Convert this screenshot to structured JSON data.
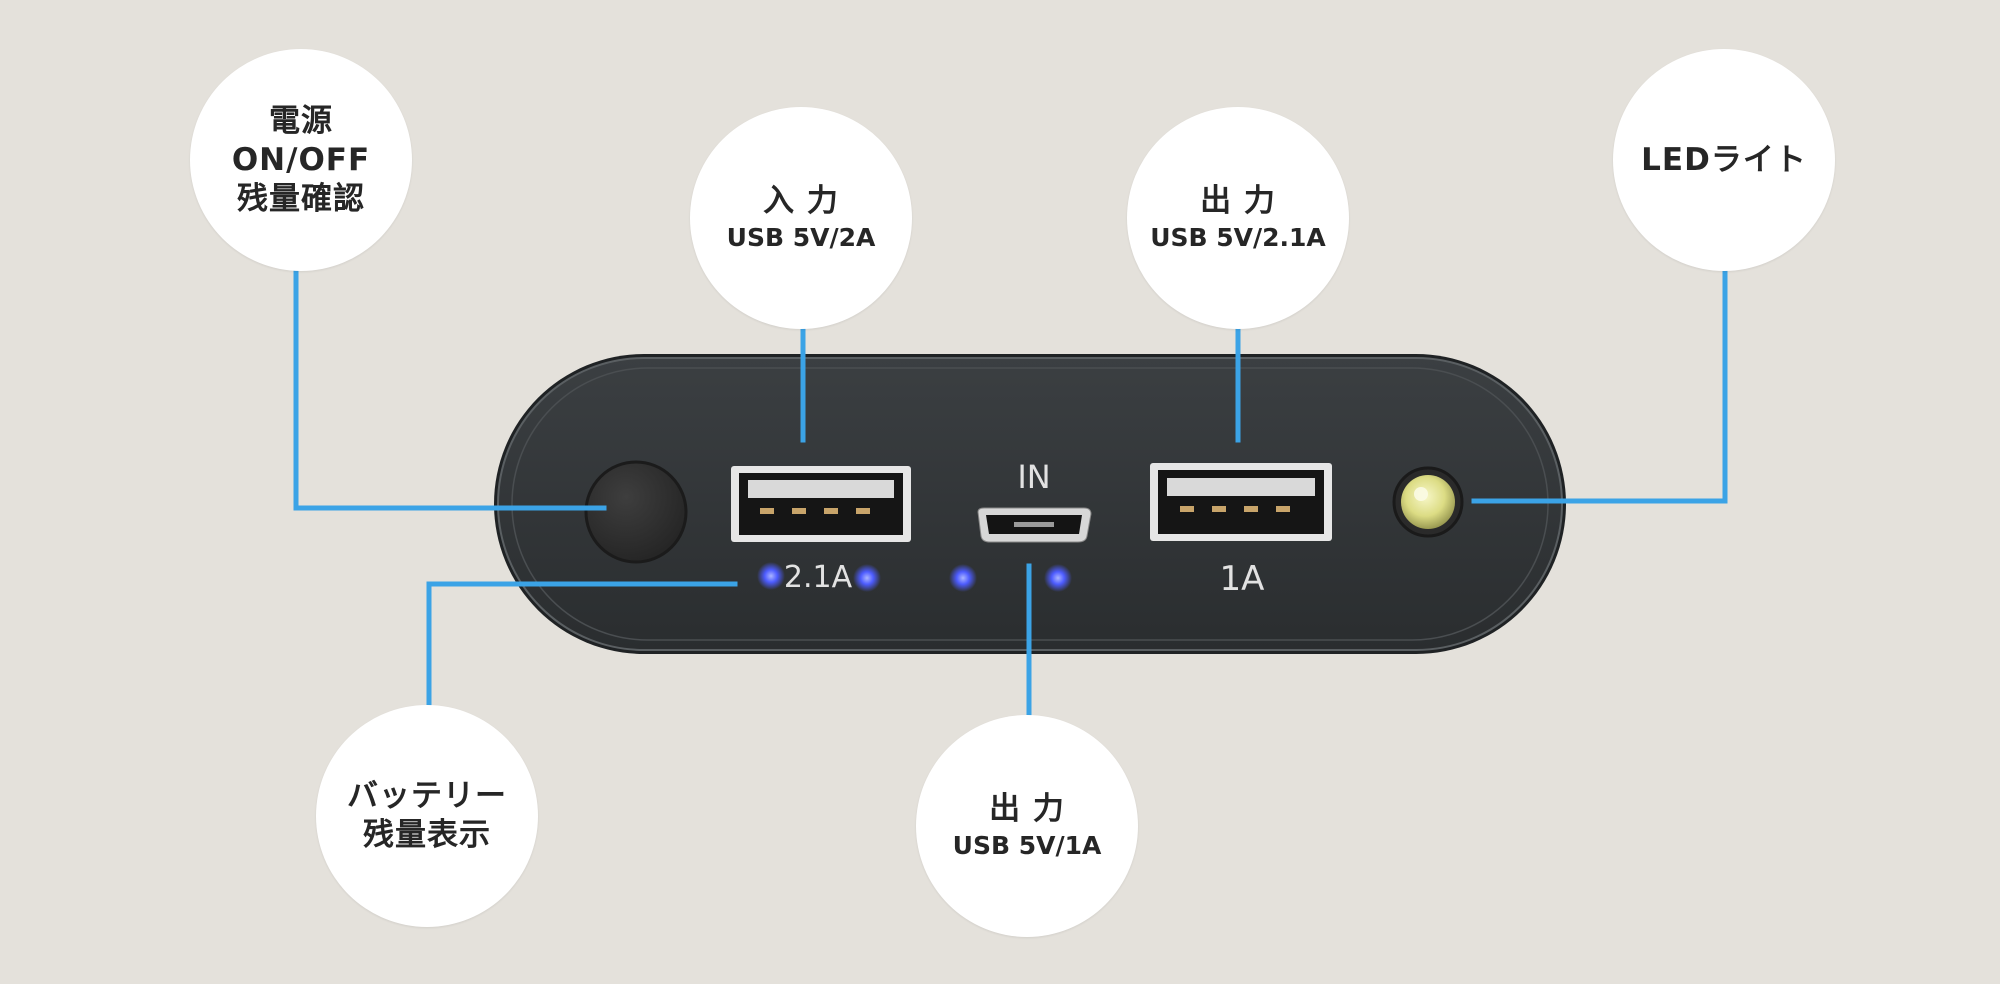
{
  "callouts": {
    "power": {
      "lines": [
        "電源",
        "ON/OFF",
        "残量確認"
      ]
    },
    "input": {
      "title": "入 力",
      "spec": "USB 5V/2A"
    },
    "output_21a": {
      "title": "出 力",
      "spec": "USB 5V/2.1A"
    },
    "led": {
      "title": "LEDライト"
    },
    "battery": {
      "lines": [
        "バッテリー",
        "残量表示"
      ]
    },
    "output_1a": {
      "title": "出 力",
      "spec": "USB 5V/1A"
    }
  },
  "device": {
    "left_port_label": "2.1A",
    "micro_port_label": "IN",
    "right_port_label": "1A"
  },
  "colors": {
    "background": "#e4e1db",
    "leader_line": "#3ba3e6",
    "device_body": "#2f3234",
    "indicator_led": "#4d5cff",
    "flashlight": "#e8e89a"
  },
  "icons": [
    "power-button-icon",
    "usb-a-port-icon",
    "micro-usb-port-icon",
    "flashlight-lens-icon"
  ]
}
